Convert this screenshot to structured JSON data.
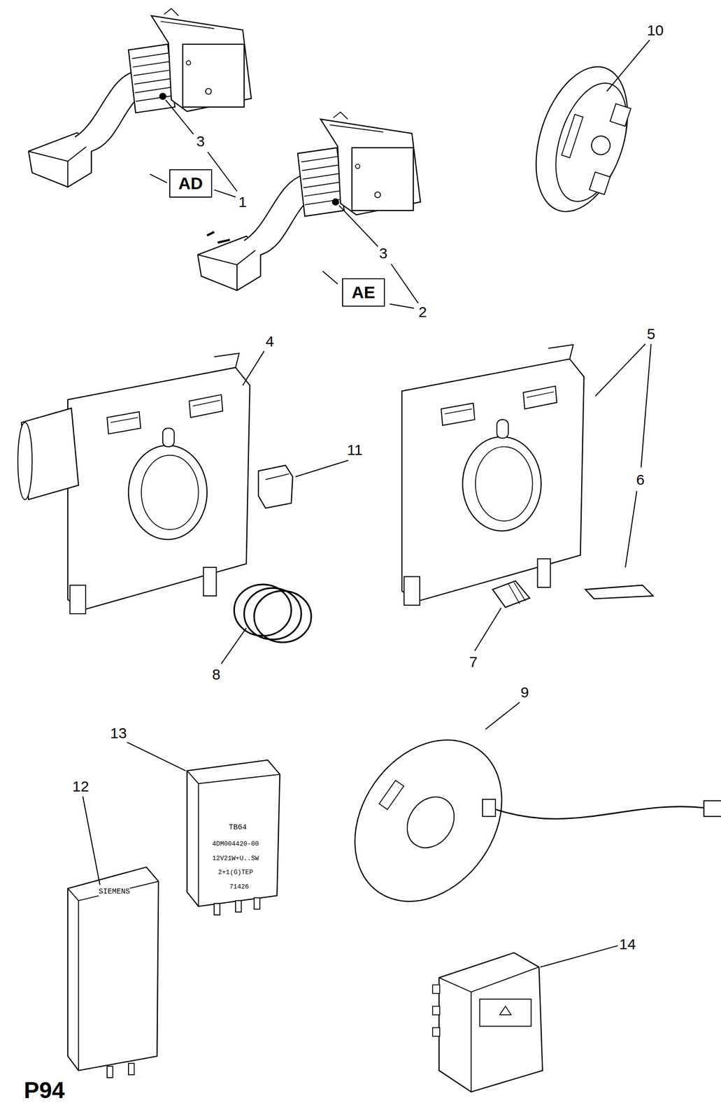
{
  "diagram": {
    "nodes": [
      {
        "text": [
          "AD"
        ]
      },
      {
        "text": [
          "AE"
        ]
      }
    ],
    "labels": [
      "10",
      "3",
      "1",
      "3",
      "2",
      "4",
      "5",
      "11",
      "6",
      "8",
      "7",
      "9",
      "13",
      "12",
      "14",
      "TB64",
      "4DM004420-00",
      "12V21W+U..SW",
      "2+1(G)TEP",
      "71426",
      "SIEMENS",
      "P94"
    ]
  }
}
